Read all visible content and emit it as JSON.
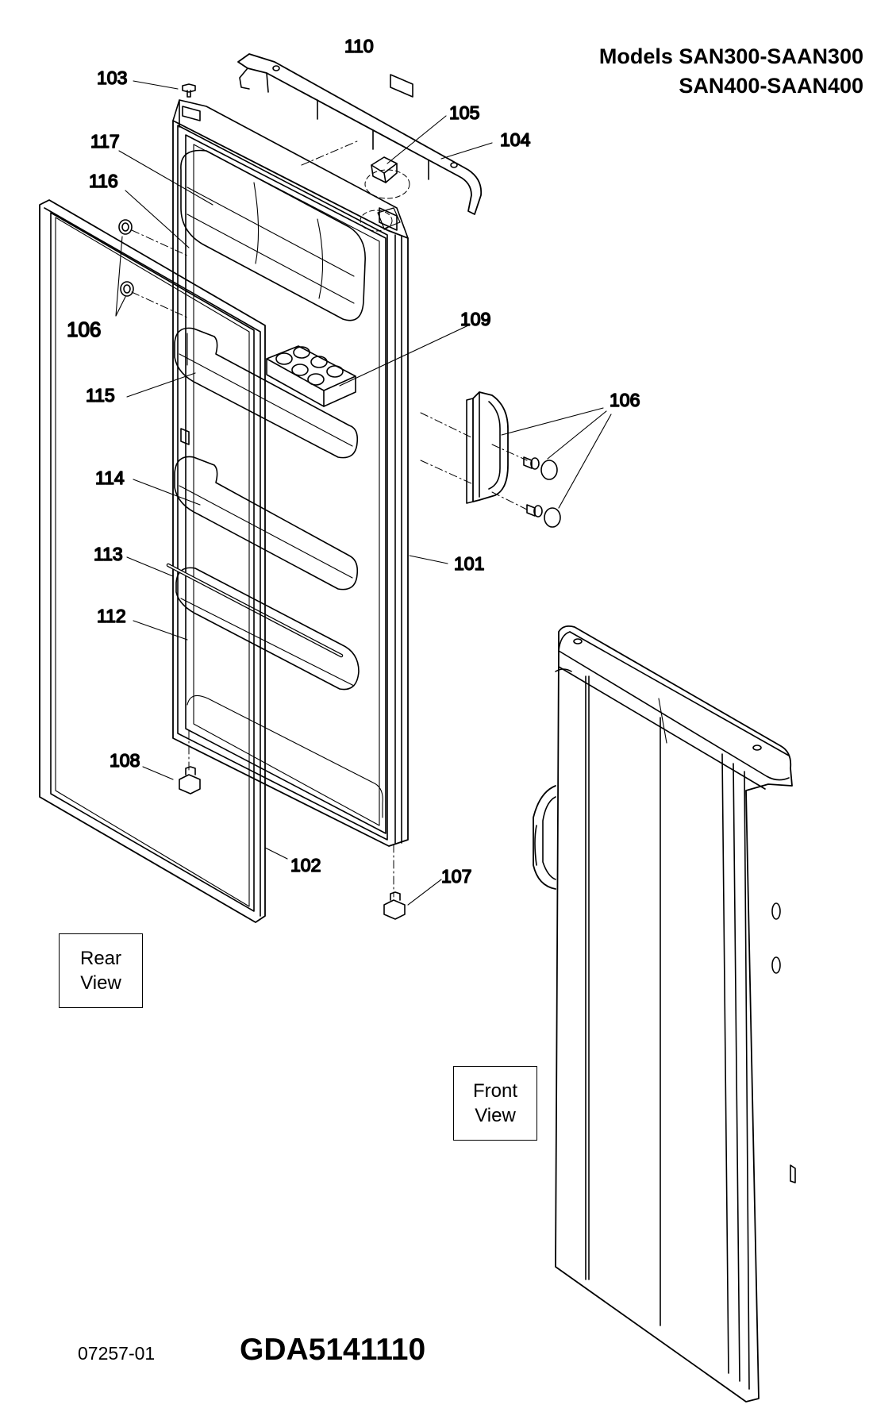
{
  "header": {
    "line1": "Models SAN300-SAAN300",
    "line2": "SAN400-SAAN400"
  },
  "parts": {
    "p101": "101",
    "p102": "102",
    "p103": "103",
    "p104": "104",
    "p105": "105",
    "p106": "106",
    "p107": "107",
    "p108": "108",
    "p109": "109",
    "p110": "110",
    "p112": "112",
    "p113": "113",
    "p114": "114",
    "p115": "115",
    "p116": "116",
    "p117": "117"
  },
  "views": {
    "rear": [
      "Rear",
      "View"
    ],
    "front": [
      "Front",
      "View"
    ]
  },
  "footer": {
    "doc_number": "07257-01",
    "part_code": "GDA5141110"
  }
}
